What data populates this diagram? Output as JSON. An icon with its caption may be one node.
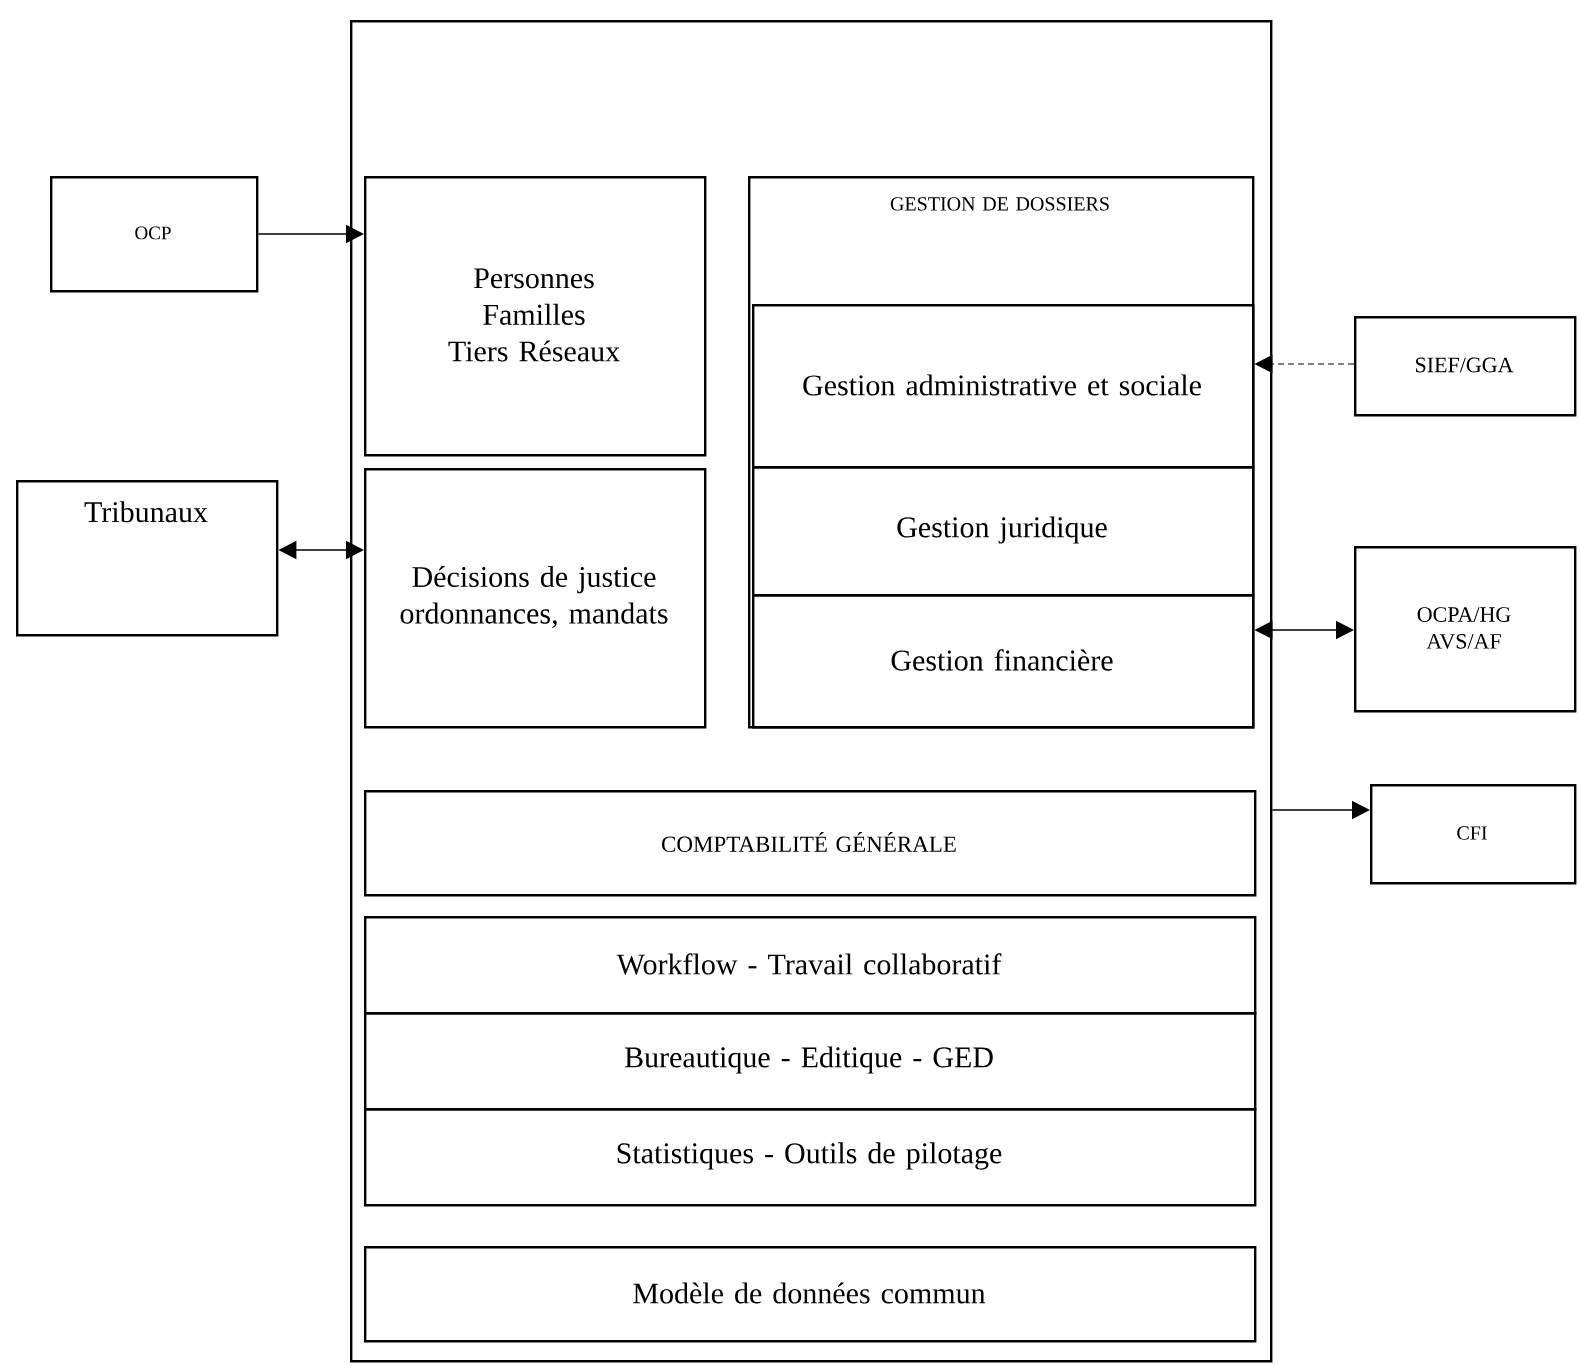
{
  "diagram": {
    "nodes": [
      {
        "text": [],
        "shape": "box"
      },
      {
        "text": [
          "Personnes Familles Tiers Réseaux"
        ],
        "in": 0
      },
      {
        "text": [
          "Décisions de justice ordonnances, mandats"
        ],
        "in": 0
      },
      {
        "text": [
          "GESTION DE DOSSIERS"
        ],
        "in": 0
      },
      {
        "text": [
          "Gestion administrative et sociale"
        ],
        "in": 3
      },
      {
        "text": [
          "Gestion juridique"
        ],
        "in": 3
      },
      {
        "text": [
          "Gestion financière"
        ],
        "in": 3
      },
      {
        "text": [
          "COMPTABILITÉ GÉNÉRALE"
        ],
        "in": 0
      },
      {
        "text": [
          "Workflow - Travail collaboratif"
        ],
        "in": 0
      },
      {
        "text": [
          "Bureautique - Editique - GED"
        ],
        "in": 0
      },
      {
        "text": [
          "Statistiques - Outils de pilotage"
        ],
        "in": 0
      },
      {
        "text": [
          "Modèle de données commun"
        ],
        "in": 0
      },
      {
        "text": [
          "OCP"
        ]
      },
      {
        "text": [
          "Tribunaux"
        ]
      },
      {
        "text": [
          "SIEF/GGA"
        ]
      },
      {
        "text": [
          "OCPA/HG AVS/AF"
        ]
      },
      {
        "text": [
          "CFI"
        ]
      }
    ],
    "edges": [
      {
        "from": 12,
        "to": 1,
        "arrow": "to"
      },
      {
        "from": 13,
        "to": 2,
        "arrow": "both"
      },
      {
        "from": 14,
        "to": 4,
        "arrow": "to",
        "style": "dashed"
      },
      {
        "from": 15,
        "to": 6,
        "arrow": "both"
      },
      {
        "from": 0,
        "to": 16,
        "arrow": "to"
      }
    ]
  }
}
